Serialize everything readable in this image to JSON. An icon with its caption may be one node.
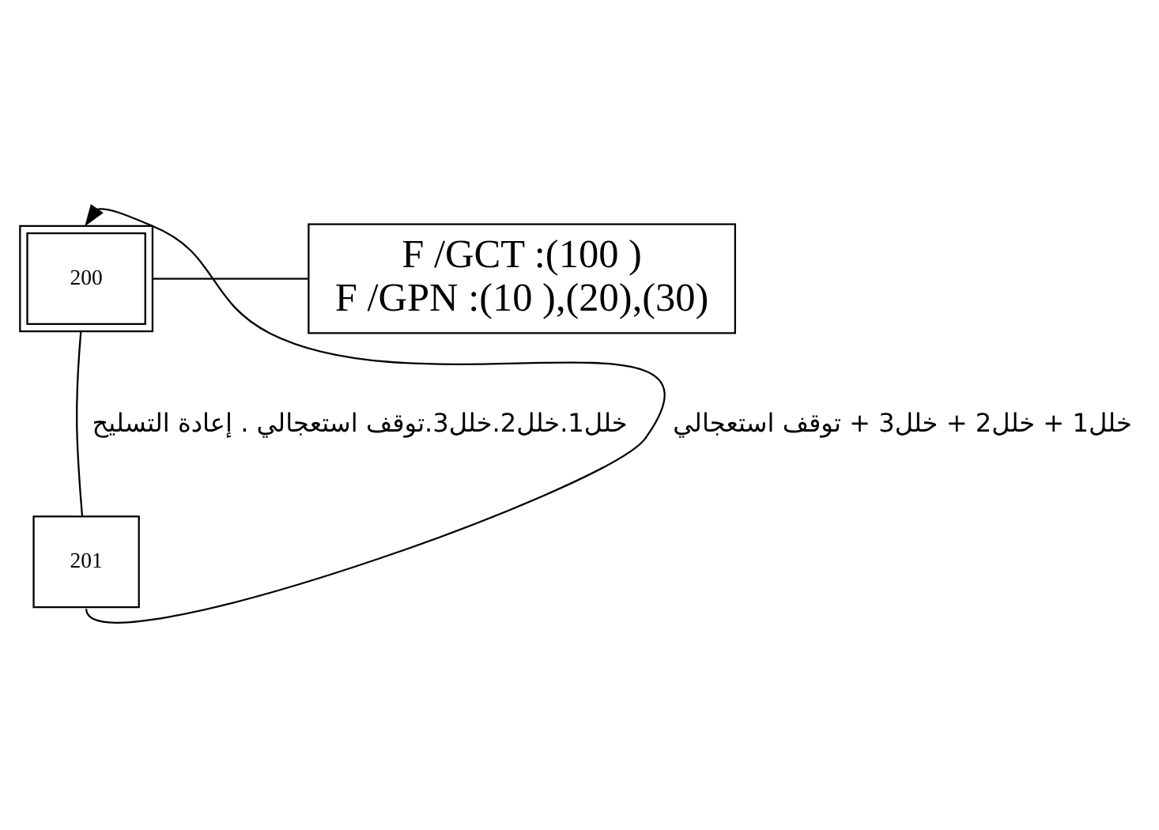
{
  "diagram": {
    "nodes": [
      {
        "text": [
          "200"
        ]
      },
      {
        "text": [
          "F /GCT :(100 )",
          "F /GPN :(10 ),(20),(30)"
        ]
      },
      {
        "text": [
          "201"
        ]
      }
    ],
    "edges": [
      {
        "from": 0,
        "to": 1,
        "arrow": "none"
      },
      {
        "from": 0,
        "to": 2,
        "arrow": "none",
        "label": "خلل1.خلل2.خلل3.توقف استعجالي . إعادة التسليح"
      },
      {
        "from": 2,
        "to": 0,
        "arrow": "to",
        "label": "خلل1 + خلل2 + خلل3 + توقف استعجالي"
      }
    ]
  }
}
